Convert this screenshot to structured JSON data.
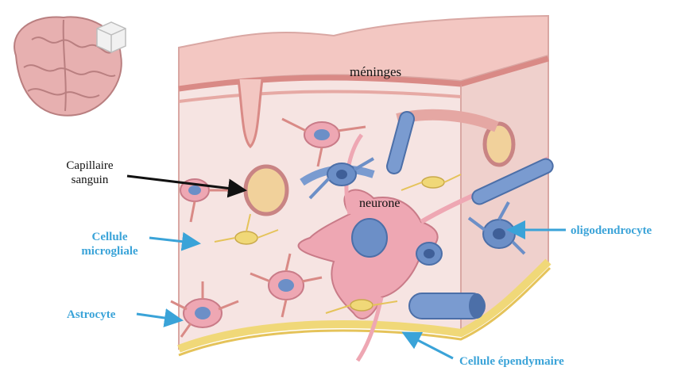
{
  "labels": {
    "meninges": "méninges",
    "capillaire_line1": "Capillaire",
    "capillaire_line2": "sanguin",
    "neurone": "neurone",
    "microgliale_line1": "Cellule",
    "microgliale_line2": "microgliale",
    "astrocyte": "Astrocyte",
    "oligodendrocyte": "oligodendrocyte",
    "ependymaire": "Cellule épendymaire"
  },
  "colors": {
    "label_blue": "#3aa3d8",
    "label_dark": "#111111",
    "tissue_pink": "#f2c9c4",
    "vessel_red": "#d98a86",
    "cell_blue": "#6c8fc7",
    "brain_pink": "#e7b0b0"
  },
  "icons": [
    "brain-icon",
    "tissue-block-icon"
  ]
}
